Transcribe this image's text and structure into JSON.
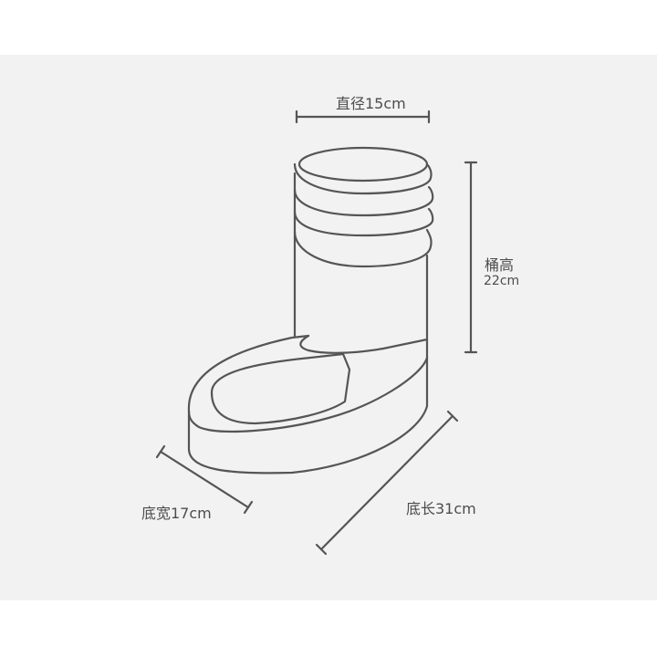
{
  "labels": {
    "diameter": "直径15cm",
    "height_title": "桶高",
    "height_value": "22cm",
    "base_width": "底宽17cm",
    "base_length": "底长31cm"
  },
  "colors": {
    "background": "#f2f2f2",
    "stroke": "#555555",
    "text": "#4d4d4d"
  }
}
